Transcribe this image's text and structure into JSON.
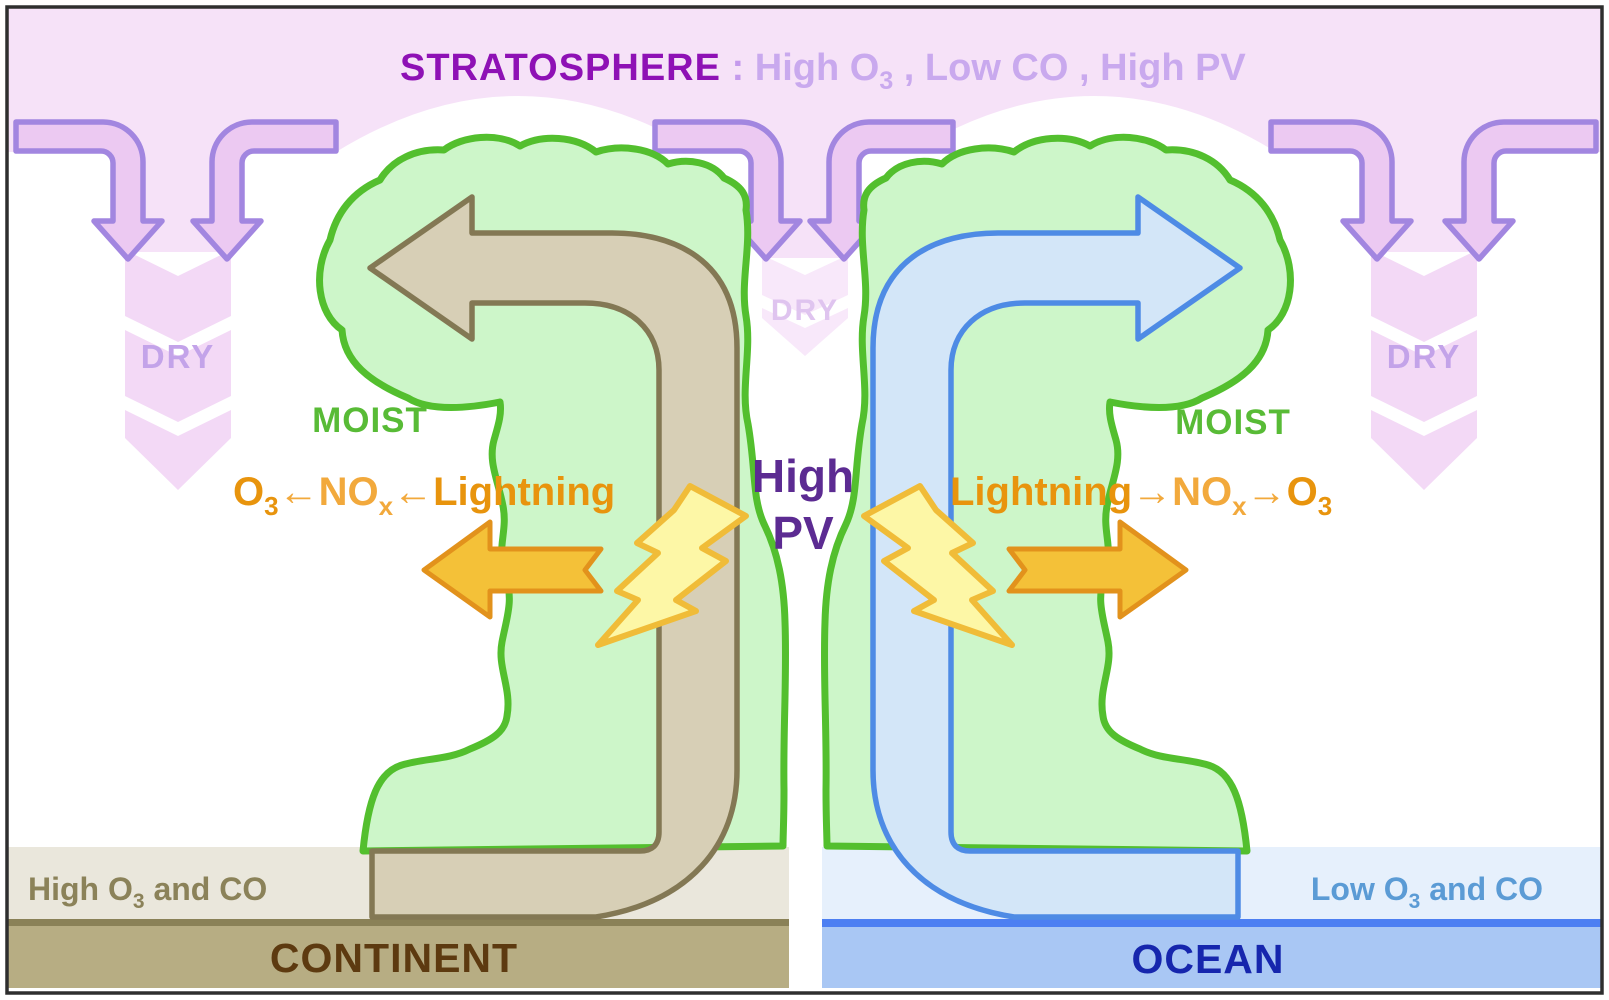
{
  "title": {
    "main": "STRATOSPHERE",
    "colon": " : ",
    "high_pre": "High O",
    "o3_sub": "3",
    "rest": " , Low CO , High PV"
  },
  "labels": {
    "dry_left": "DRY",
    "dry_center": "DRY",
    "dry_right": "DRY",
    "moist_left": "MOIST",
    "moist_right": "MOIST",
    "high_pv_line1": "High",
    "high_pv_line2": "PV"
  },
  "left_reaction": {
    "o3": "O",
    "o3_sub": "3",
    "arrow1": "←",
    "nox": "NO",
    "nox_sub": "x",
    "arrow2": "←",
    "lightning": "Lightning"
  },
  "right_reaction": {
    "lightning": "Lightning",
    "arrow1": "→",
    "nox": "NO",
    "nox_sub": "x",
    "arrow2": "→",
    "o3": "O",
    "o3_sub": "3"
  },
  "surface": {
    "continent": {
      "band_label": "CONTINENT",
      "layer_pre": "High O",
      "layer_sub": "3",
      "layer_post": " and CO"
    },
    "ocean": {
      "band_label": "OCEAN",
      "layer_pre": "Low O",
      "layer_sub": "3",
      "layer_post": " and CO"
    }
  },
  "colors": {
    "stratosphere_band": "#f6e2f8",
    "chevron_pink": "#f3d9f6",
    "chevron_pink_faint": "#f8e8fa",
    "purple_arrow_fill": "#ecc9f2",
    "purple_arrow_stroke": "#a286e0",
    "title_purple": "#8e11b5",
    "title_light": "#c9a9ee",
    "dry_text": "#c3a3e9",
    "dry_text_faint": "#dfc4ef",
    "cloud_fill": "#cdf6c9",
    "cloud_stroke": "#53bf2e",
    "moist_green": "#58bb36",
    "tan_fill": "#d7cfb6",
    "tan_stroke": "#837854",
    "blue_fill": "#d3e6f8",
    "blue_stroke": "#4e8be5",
    "lightning_fill": "#fdf7a6",
    "lightning_stroke": "#f0bc38",
    "orange_fill": "#f4c138",
    "orange_stroke": "#e2921c",
    "orange_text_dark": "#e8940d",
    "orange_text_light": "#f2a93c",
    "high_pv_purple": "#5c2b92",
    "continent_layer": "#eae7dc",
    "continent_layer_text": "#8b8259",
    "continent_band": "#b7ad83",
    "continent_line": "#8a8157",
    "continent_text": "#5d3a10",
    "ocean_layer": "#e6f0fc",
    "ocean_layer_text": "#5b9bd5",
    "ocean_band": "#a9c7f4",
    "ocean_line": "#4d7ff2",
    "ocean_text": "#1626ad",
    "frame": "#2e2e2e"
  }
}
